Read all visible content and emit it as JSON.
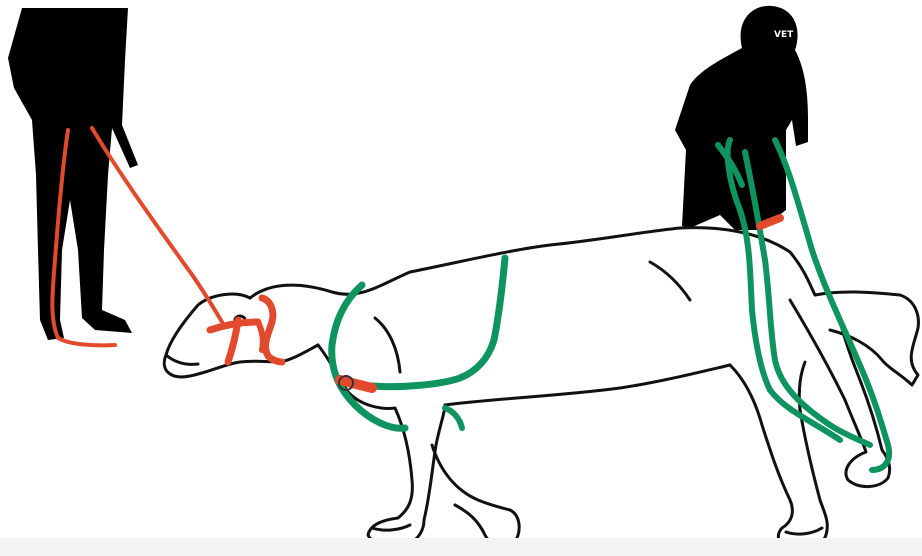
{
  "colors": {
    "silhouette": "#000000",
    "outline": "#111111",
    "head_rope": "#e24a2e",
    "green_straps": "#0f9460",
    "background": "#ffffff"
  },
  "helmet_label": "VET",
  "figures": [
    {
      "role": "handler-at-head",
      "rope_color": "head_rope"
    },
    {
      "role": "handler-at-tail",
      "rope_color": "green_straps"
    }
  ]
}
